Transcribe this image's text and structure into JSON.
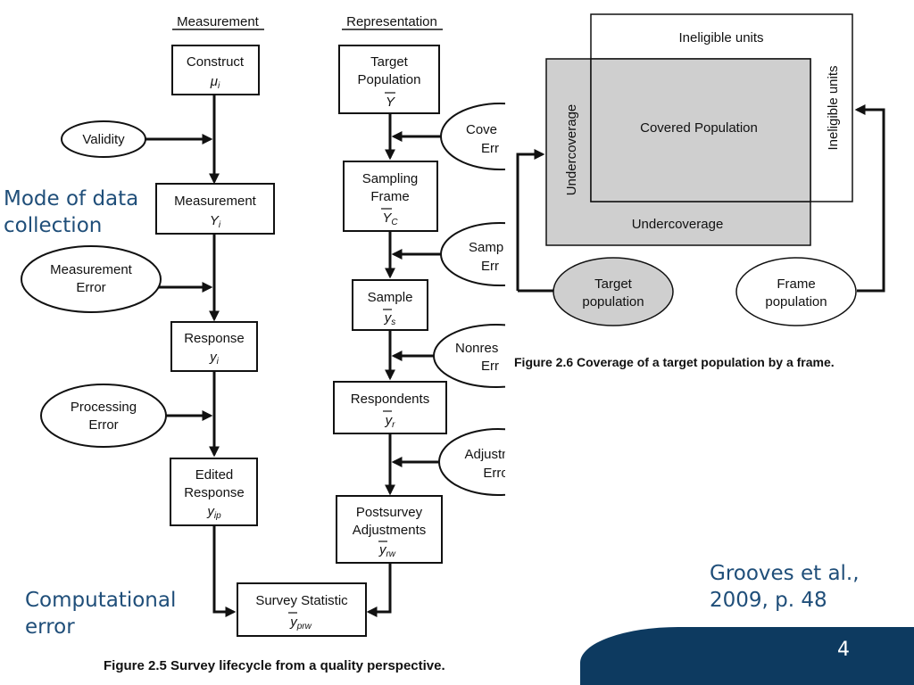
{
  "lifecycle": {
    "measurement_header": "Measurement",
    "representation_header": "Representation",
    "construct": {
      "label": "Construct",
      "symbol": "μ",
      "sub": "i"
    },
    "measurement": {
      "label": "Measurement",
      "symbol": "Y",
      "sub": "i"
    },
    "response": {
      "label": "Response",
      "symbol": "y",
      "sub": "i"
    },
    "edited": {
      "line1": "Edited",
      "line2": "Response",
      "symbol": "y",
      "sub": "ip"
    },
    "target_population": {
      "line1": "Target",
      "line2": "Population",
      "symbol": "Y"
    },
    "sampling_frame": {
      "line1": "Sampling",
      "line2": "Frame",
      "symbol": "Y",
      "sub": "C"
    },
    "sample": {
      "label": "Sample",
      "symbol": "y",
      "sub": "s"
    },
    "respondents": {
      "label": "Respondents",
      "symbol": "y",
      "sub": "r"
    },
    "postsurvey": {
      "line1": "Postsurvey",
      "line2": "Adjustments",
      "symbol": "y",
      "sub": "rw"
    },
    "survey_statistic": {
      "label": "Survey Statistic",
      "symbol": "y",
      "sub": "prw"
    },
    "validity": "Validity",
    "measurement_error": {
      "line1": "Measurement",
      "line2": "Error"
    },
    "processing_error": {
      "line1": "Processing",
      "line2": "Error"
    },
    "coverage_error": {
      "line1": "Cove",
      "line2": "Err"
    },
    "sampling_error": {
      "line1": "Samp",
      "line2": "Err"
    },
    "nonresponse_error": {
      "line1": "Nonres",
      "line2": "Err"
    },
    "adjustment_error": {
      "line1": "Adjustment",
      "line2": "Error"
    },
    "caption": "Figure 2.5  Survey lifecycle from a quality perspective."
  },
  "coverage": {
    "ineligible_top": "Ineligible units",
    "ineligible_side": "Ineligible units",
    "covered": "Covered Population",
    "undercoverage_side": "Undercoverage",
    "undercoverage_bottom": "Undercoverage",
    "target": {
      "line1": "Target",
      "line2": "population"
    },
    "frame": {
      "line1": "Frame",
      "line2": "population"
    },
    "caption": "Figure 2.6  Coverage of a target population by a frame."
  },
  "annotations": {
    "mode_line1": "Mode of data",
    "mode_line2": "collection",
    "comp_line1": "Computational",
    "comp_line2": "error"
  },
  "citation": {
    "line1": "Grooves et al.,",
    "line2": "2009, p. 48"
  },
  "page_number": "4"
}
